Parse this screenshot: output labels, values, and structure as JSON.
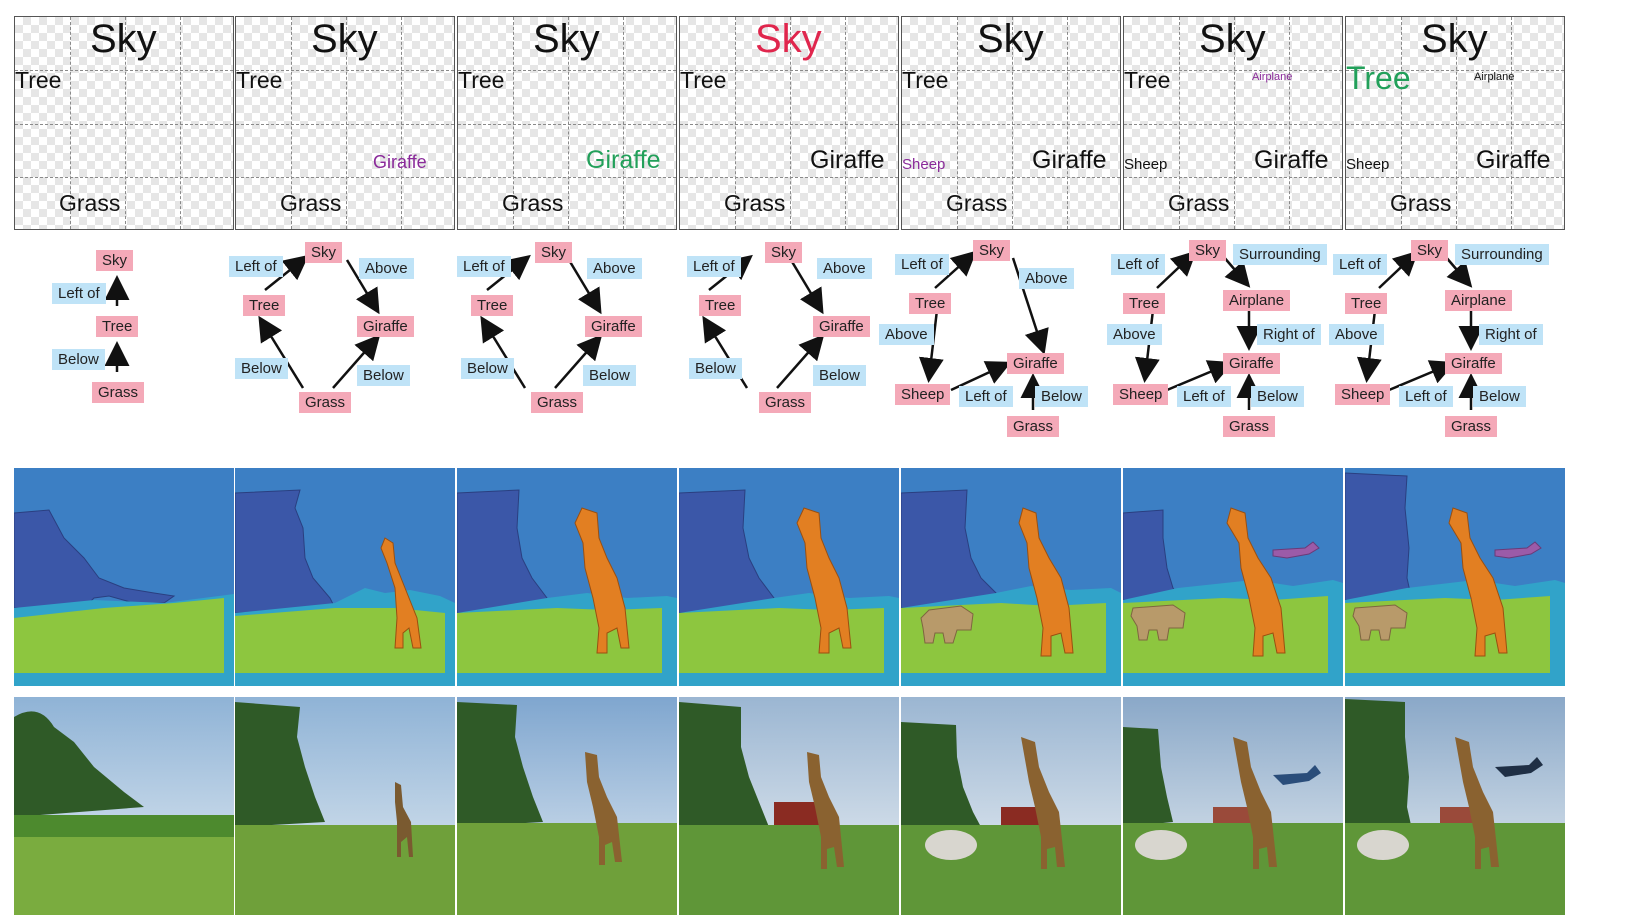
{
  "colors": {
    "label_default": "#111111",
    "label_highlight_red": "#e0264d",
    "label_highlight_green": "#22a05a",
    "label_highlight_purple": "#8a2a9a",
    "object_node": "#f4a9b8",
    "relation_node": "#bfe3f7",
    "seg_sky": "#3c7fc4",
    "seg_tree": "#3b57a8",
    "seg_water": "#31a3c9",
    "seg_grass": "#8dc63f",
    "seg_giraffe": "#e27f22",
    "seg_sheep": "#b89a6a",
    "seg_airplane": "#9b5ba8"
  },
  "panels": [
    {
      "layout": {
        "sky": "Sky",
        "tree": "Tree",
        "grass": "Grass"
      },
      "graph": {
        "sky": "Sky",
        "left_of": "Left of",
        "tree": "Tree",
        "below": "Below",
        "grass": "Grass"
      },
      "segmentation": {
        "objects": [
          "sky",
          "tree",
          "grass",
          "water"
        ]
      },
      "photo": {
        "icon": "generated-image-1"
      }
    },
    {
      "layout": {
        "sky": "Sky",
        "tree": "Tree",
        "giraffe": "Giraffe",
        "grass": "Grass"
      },
      "graph": {
        "sky": "Sky",
        "left_of": "Left of",
        "above": "Above",
        "tree": "Tree",
        "giraffe": "Giraffe",
        "below_left": "Below",
        "below_right": "Below",
        "grass": "Grass"
      },
      "segmentation": {
        "objects": [
          "sky",
          "tree",
          "grass",
          "water",
          "giraffe"
        ]
      },
      "photo": {
        "icon": "generated-image-2"
      }
    },
    {
      "layout": {
        "sky": "Sky",
        "tree": "Tree",
        "giraffe": "Giraffe",
        "grass": "Grass"
      },
      "graph": {
        "sky": "Sky",
        "left_of": "Left of",
        "above": "Above",
        "tree": "Tree",
        "giraffe": "Giraffe",
        "below_left": "Below",
        "below_right": "Below",
        "grass": "Grass"
      },
      "segmentation": {
        "objects": [
          "sky",
          "tree",
          "grass",
          "water",
          "giraffe"
        ]
      },
      "photo": {
        "icon": "generated-image-3"
      }
    },
    {
      "layout": {
        "sky": "Sky",
        "tree": "Tree",
        "giraffe": "Giraffe",
        "grass": "Grass"
      },
      "graph": {
        "sky": "Sky",
        "left_of": "Left of",
        "above": "Above",
        "tree": "Tree",
        "giraffe": "Giraffe",
        "below_left": "Below",
        "below_right": "Below",
        "grass": "Grass"
      },
      "segmentation": {
        "objects": [
          "sky",
          "tree",
          "grass",
          "water",
          "giraffe"
        ]
      },
      "photo": {
        "icon": "generated-image-4"
      }
    },
    {
      "layout": {
        "sky": "Sky",
        "tree": "Tree",
        "sheep": "Sheep",
        "giraffe": "Giraffe",
        "grass": "Grass"
      },
      "graph": {
        "sky": "Sky",
        "left_of": "Left of",
        "above_right": "Above",
        "tree": "Tree",
        "above_left": "Above",
        "giraffe": "Giraffe",
        "sheep": "Sheep",
        "left_of_2": "Left of",
        "below": "Below",
        "grass": "Grass"
      },
      "segmentation": {
        "objects": [
          "sky",
          "tree",
          "grass",
          "water",
          "giraffe",
          "sheep"
        ]
      },
      "photo": {
        "icon": "generated-image-5"
      }
    },
    {
      "layout": {
        "sky": "Sky",
        "tree": "Tree",
        "airplane": "Airplane",
        "sheep": "Sheep",
        "giraffe": "Giraffe",
        "grass": "Grass"
      },
      "graph": {
        "left_of": "Left of",
        "sky": "Sky",
        "surrounding": "Surrounding",
        "tree": "Tree",
        "airplane": "Airplane",
        "above": "Above",
        "right_of": "Right of",
        "giraffe": "Giraffe",
        "sheep": "Sheep",
        "left_of_2": "Left of",
        "below": "Below",
        "grass": "Grass"
      },
      "segmentation": {
        "objects": [
          "sky",
          "tree",
          "grass",
          "water",
          "giraffe",
          "sheep",
          "airplane"
        ]
      },
      "photo": {
        "icon": "generated-image-6"
      }
    },
    {
      "layout": {
        "sky": "Sky",
        "tree": "Tree",
        "airplane": "Airplane",
        "sheep": "Sheep",
        "giraffe": "Giraffe",
        "grass": "Grass"
      },
      "graph": {
        "left_of": "Left of",
        "sky": "Sky",
        "surrounding": "Surrounding",
        "tree": "Tree",
        "airplane": "Airplane",
        "above": "Above",
        "right_of": "Right of",
        "giraffe": "Giraffe",
        "sheep": "Sheep",
        "left_of_2": "Left of",
        "below": "Below",
        "grass": "Grass"
      },
      "segmentation": {
        "objects": [
          "sky",
          "tree",
          "grass",
          "water",
          "giraffe",
          "sheep",
          "airplane"
        ]
      },
      "photo": {
        "icon": "generated-image-7"
      }
    }
  ]
}
